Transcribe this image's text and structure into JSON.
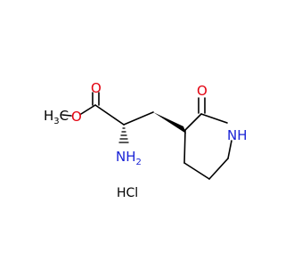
{
  "molecule": {
    "atoms": {
      "carbonyl_o": "O",
      "ester_o": "O",
      "methyl_c": "C",
      "methyl_h": "H",
      "methyl_count": "3",
      "amine_n": "N",
      "amine_h": "H",
      "amine_count": "2",
      "lactam_o": "O",
      "lactam_nh": "NH"
    },
    "salt": "HCl"
  },
  "colors": {
    "ink": "#000000",
    "oxygen": "#e3000e",
    "nitrogen": "#1a23d6"
  }
}
